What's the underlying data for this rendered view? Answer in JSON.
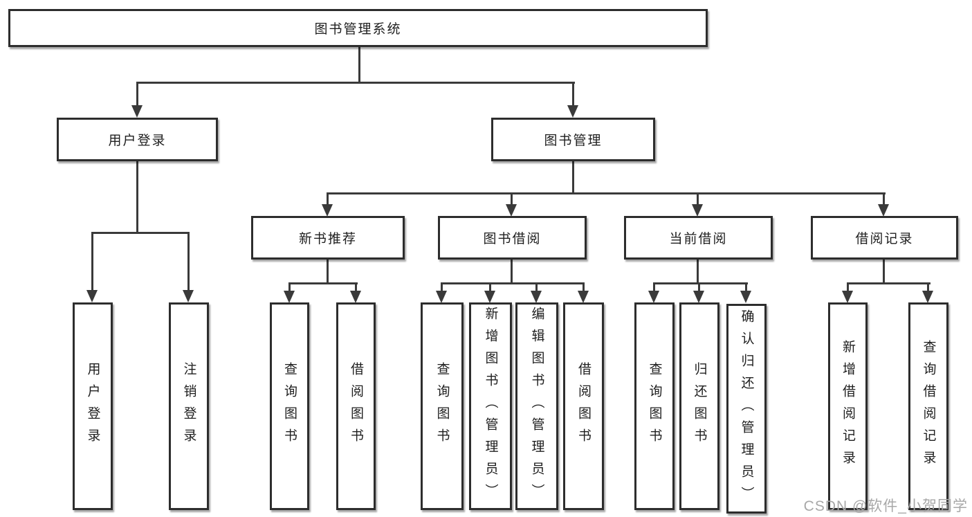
{
  "diagram": {
    "root": {
      "label": "图书管理系统",
      "children": [
        {
          "label": "用户登录",
          "children": [
            {
              "label": "用户登录"
            },
            {
              "label": "注销登录"
            }
          ]
        },
        {
          "label": "图书管理",
          "children": [
            {
              "label": "新书推荐",
              "children": [
                {
                  "label": "查询图书"
                },
                {
                  "label": "借阅图书"
                }
              ]
            },
            {
              "label": "图书借阅",
              "children": [
                {
                  "label": "查询图书"
                },
                {
                  "label": "新增图书（管理员）"
                },
                {
                  "label": "编辑图书（管理员）"
                },
                {
                  "label": "借阅图书"
                }
              ]
            },
            {
              "label": "当前借阅",
              "children": [
                {
                  "label": "查询图书"
                },
                {
                  "label": "归还图书"
                },
                {
                  "label": "确认归还（管理员）"
                }
              ]
            },
            {
              "label": "借阅记录",
              "children": [
                {
                  "label": "新增借阅记录"
                },
                {
                  "label": "查询借阅记录"
                }
              ]
            }
          ]
        }
      ]
    }
  },
  "watermark": {
    "text": "CSDN @软件_小贺同学",
    "color": "#a8a8a8"
  },
  "colors": {
    "line": "#3a3a3a",
    "border": "#2d2d2d",
    "text": "#1e1e1e",
    "background": "#ffffff"
  }
}
